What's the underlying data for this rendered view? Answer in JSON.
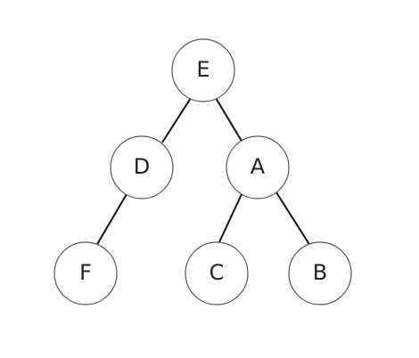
{
  "tree": {
    "nodes": [
      {
        "id": "E",
        "label": "E"
      },
      {
        "id": "D",
        "label": "D"
      },
      {
        "id": "A",
        "label": "A"
      },
      {
        "id": "F",
        "label": "F"
      },
      {
        "id": "C",
        "label": "C"
      },
      {
        "id": "B",
        "label": "B"
      }
    ],
    "edges": [
      {
        "from": "E",
        "to": "D"
      },
      {
        "from": "E",
        "to": "A"
      },
      {
        "from": "D",
        "to": "F"
      },
      {
        "from": "A",
        "to": "C"
      },
      {
        "from": "A",
        "to": "B"
      }
    ]
  }
}
